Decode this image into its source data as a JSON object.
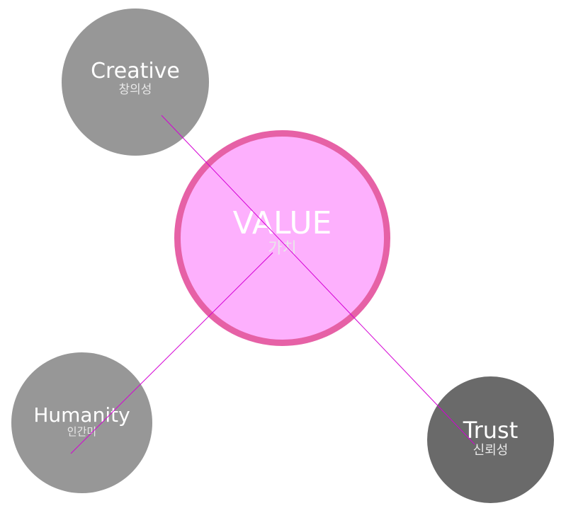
{
  "colors": {
    "outer_node": "#979797",
    "trust_node": "#6a6a6a",
    "center_fill": "#fdb0fd",
    "center_border": "#e661a6",
    "connector": "#d400d4",
    "subtitle_text": "#e8e8e8"
  },
  "center": {
    "title": "VALUE",
    "subtitle": "가치"
  },
  "nodes": {
    "creative": {
      "title": "Creative",
      "subtitle": "창의성"
    },
    "humanity": {
      "title": "Humanity",
      "subtitle": "인간미"
    },
    "trust": {
      "title": "Trust",
      "subtitle": "신뢰성"
    }
  }
}
